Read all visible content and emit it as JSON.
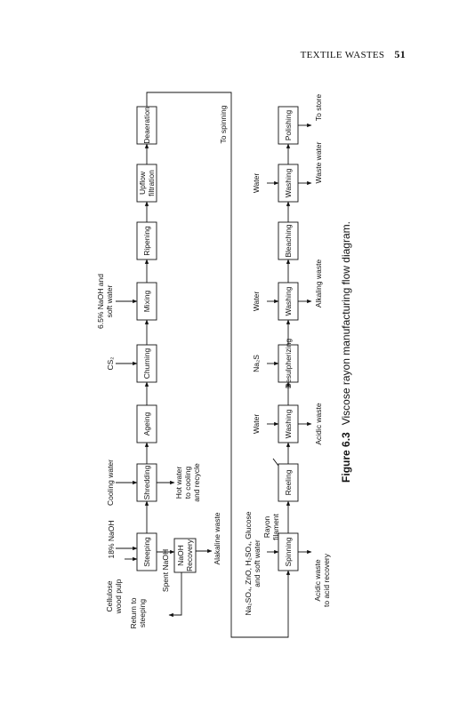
{
  "header": {
    "running_title": "TEXTILE WASTES",
    "page_number": "51"
  },
  "caption": {
    "label": "Figure 6.3",
    "text": "Viscose rayon manufacturing flow diagram."
  },
  "top_row": {
    "boxes": [
      {
        "id": "steeping",
        "label": [
          "Steeping"
        ]
      },
      {
        "id": "shredding",
        "label": [
          "Shredding"
        ]
      },
      {
        "id": "ageing",
        "label": [
          "Ageing"
        ]
      },
      {
        "id": "churning",
        "label": [
          "Churning"
        ]
      },
      {
        "id": "mixing",
        "label": [
          "Mixing"
        ]
      },
      {
        "id": "ripening",
        "label": [
          "Ripening"
        ]
      },
      {
        "id": "upflow",
        "label": [
          "Upflow",
          "filtration"
        ]
      },
      {
        "id": "deaeration",
        "label": [
          "Deaeration"
        ]
      }
    ],
    "inputs": {
      "cellulose": [
        "Cellulose",
        "wood pulp"
      ],
      "naoh18": [
        "18% NaOH"
      ],
      "cooling_water": [
        "Cooling water"
      ],
      "cs2": [
        "CS₂"
      ],
      "naoh65": [
        "6.5% NaOH and",
        "soft water"
      ]
    },
    "outputs": {
      "hot_water": [
        "Hot water",
        "to cooling",
        "and recycle"
      ],
      "alkaline_waste": [
        "Alakaline waste"
      ],
      "spent_naoh": [
        "Spent NaOH"
      ],
      "return_to_steeping": [
        "Return to",
        "steeping"
      ],
      "to_spinning": [
        "To spinning"
      ]
    },
    "recovery_box": {
      "label": [
        "NaOH",
        "Recovery"
      ]
    }
  },
  "bottom_row": {
    "boxes": [
      {
        "id": "spinning",
        "label": [
          "Spinning"
        ]
      },
      {
        "id": "reeling",
        "label": [
          "Reeling"
        ]
      },
      {
        "id": "washing1",
        "label": [
          "Washing"
        ]
      },
      {
        "id": "desulph",
        "label": [
          "Desulpherizing"
        ]
      },
      {
        "id": "washing2",
        "label": [
          "Washing"
        ]
      },
      {
        "id": "bleaching",
        "label": [
          "Bleaching"
        ]
      },
      {
        "id": "washing3",
        "label": [
          "Washing"
        ]
      },
      {
        "id": "polishing",
        "label": [
          "Polishing"
        ]
      }
    ],
    "inputs": {
      "spinning_bath": [
        "Na₂SO₄, ZnO, H₂SO₄, Glucose",
        "and soft water"
      ],
      "water1": [
        "Water"
      ],
      "na2s": [
        "Na₂S"
      ],
      "water2": [
        "Water"
      ],
      "water3": [
        "Water"
      ]
    },
    "outputs": {
      "acidic_recovery": [
        "Acidic waste",
        "to acid recovery"
      ],
      "rayon_filament": [
        "Rayon",
        "filament"
      ],
      "acidic_waste": [
        "Acidic waste"
      ],
      "alkaling_waste": [
        "Alkaling waste"
      ],
      "waste_water": [
        "Waste water"
      ],
      "to_store": [
        "To store"
      ]
    }
  }
}
